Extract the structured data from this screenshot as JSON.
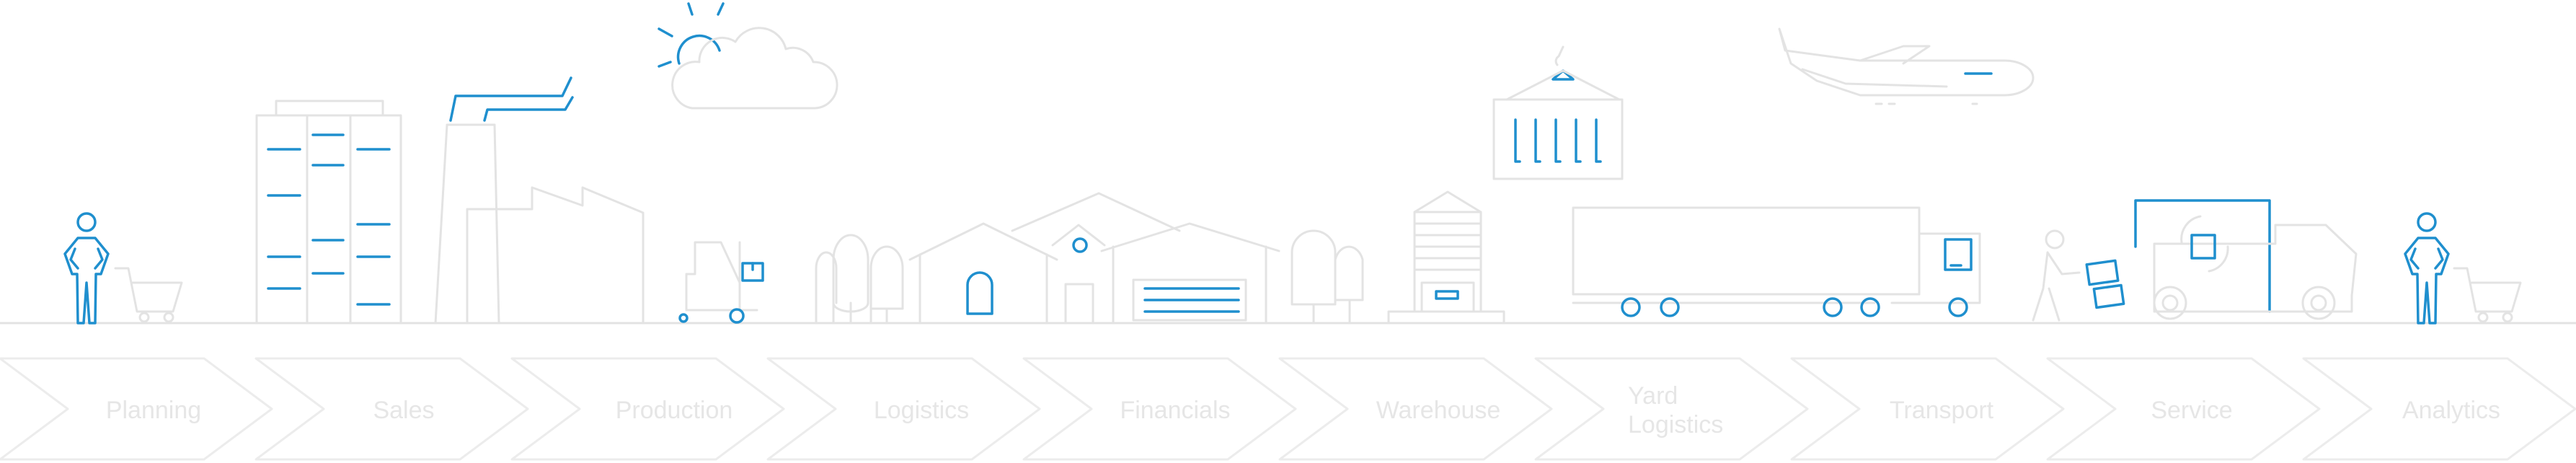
{
  "process_steps": [
    {
      "label": "Planning"
    },
    {
      "label": "Sales"
    },
    {
      "label": "Production"
    },
    {
      "label": "Logistics"
    },
    {
      "label": "Financials"
    },
    {
      "label": "Warehouse"
    },
    {
      "label": "Yard Logistics",
      "line1": "Yard",
      "line2": "Logistics"
    },
    {
      "label": "Transport"
    },
    {
      "label": "Service"
    },
    {
      "label": "Analytics"
    }
  ],
  "colors": {
    "line_gray": "#e3e3e3",
    "accent_blue": "#1f8fce",
    "chevron_text": "#e6e6e6"
  }
}
